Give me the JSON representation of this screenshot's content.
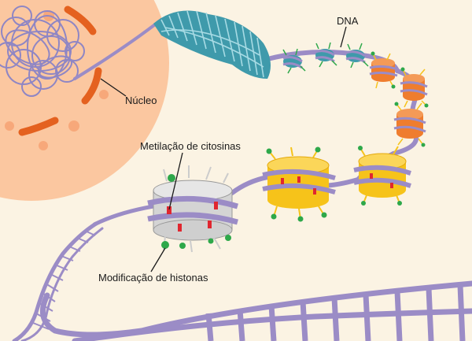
{
  "labels": {
    "dna": "DNA",
    "nucleus": "Núcleo",
    "cytosine_methylation": "Metilação de citosinas",
    "histone_modification": "Modificação de histonas"
  },
  "colors": {
    "background": "#fbf3e3",
    "nucleus": "#fbc7a0",
    "nucleus_membrane": "#e4611f",
    "dna_strand": "#9b8cc6",
    "chromatin_fiber": "#3f9aab",
    "nucleosome_orange": "#ef7d2e",
    "nucleosome_yellow": "#f6c31a",
    "nucleosome_grey": "#cccccc",
    "methylation_mark": "#e0262f",
    "histone_mark": "#2ea84a"
  }
}
